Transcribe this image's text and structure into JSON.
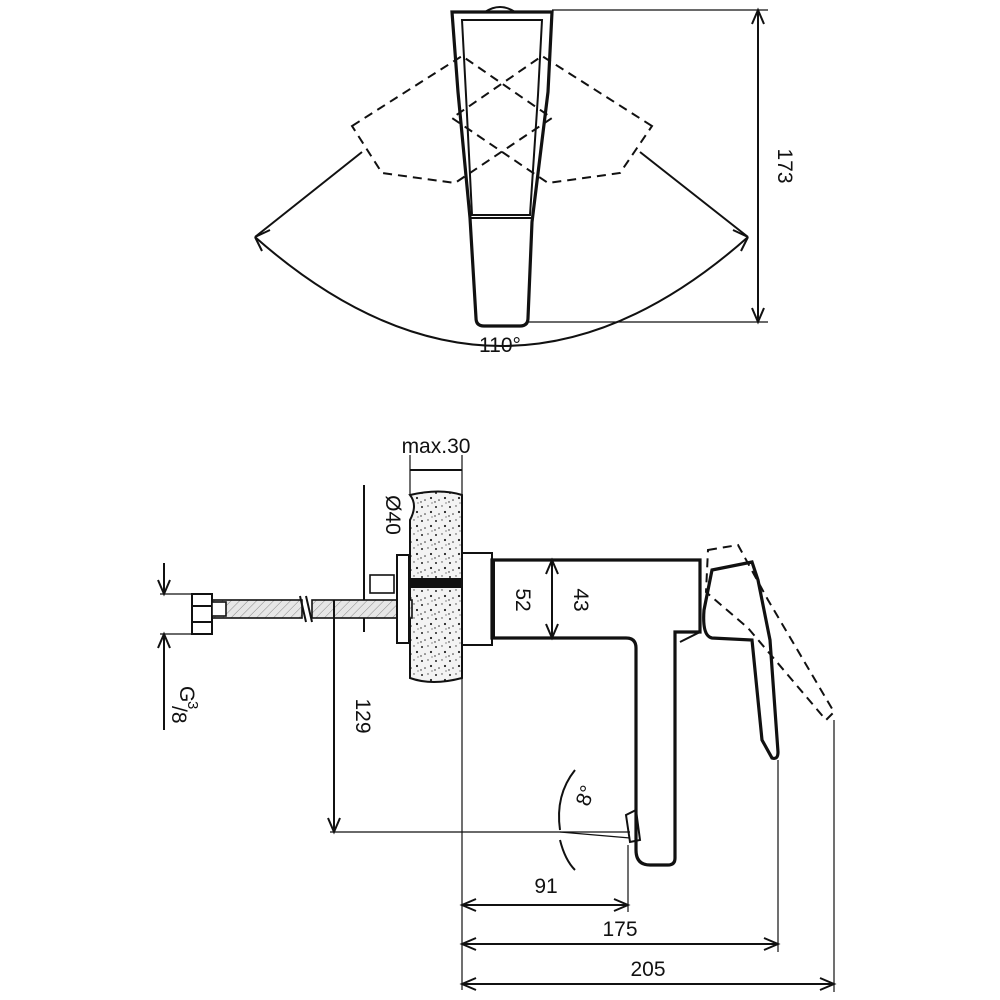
{
  "top_view": {
    "angle_label": "110°",
    "height_label": "173"
  },
  "side_view": {
    "wall_max_label": "max.30",
    "diameter_label": "Ø40",
    "dim_52": "52",
    "dim_43": "43",
    "dim_129": "129",
    "thread_label_main": "G",
    "thread_label_sup": "3",
    "thread_label_sub": "/8",
    "angle_label": "8°",
    "dim_91": "91",
    "dim_175": "175",
    "dim_205": "205"
  },
  "colors": {
    "line": "#111111",
    "background": "#ffffff",
    "wall_fill": "#f2f2f2",
    "hose_fill": "#d9d9d9"
  }
}
